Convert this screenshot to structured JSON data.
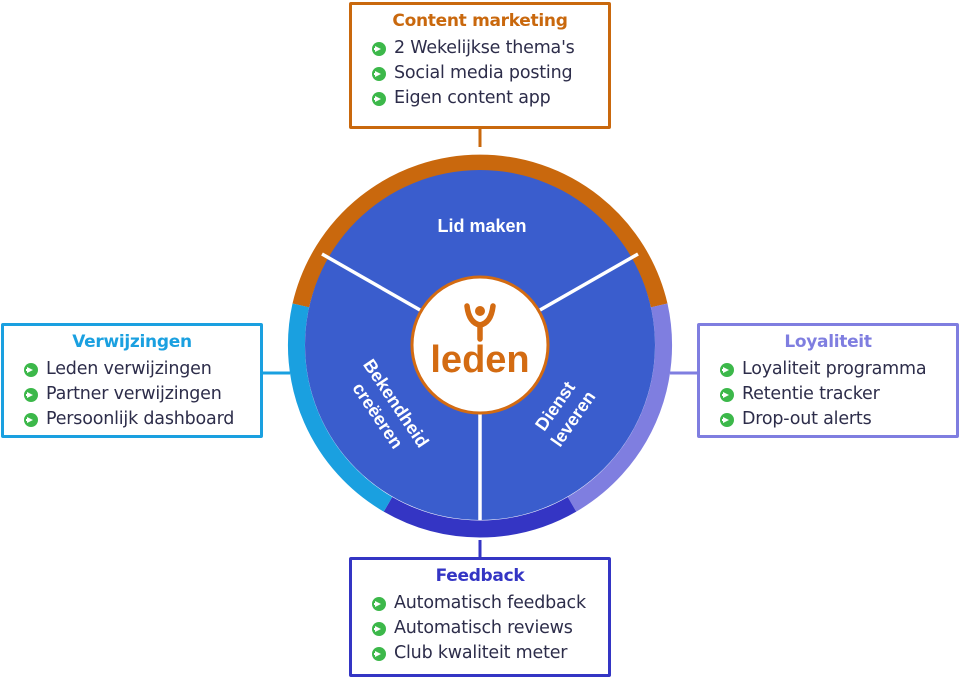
{
  "colors": {
    "orange": "#c9680d",
    "light_blue": "#1aa0e0",
    "violet": "#7f7ee0",
    "indigo": "#3435c4",
    "wheel_blue": "#3a5dcd",
    "bullet_green": "#3cb84a",
    "logo_orange": "#d36b12"
  },
  "center": {
    "logo_text": "leden",
    "logo_icon": "person-y-icon"
  },
  "segments": {
    "top": "Lid maken",
    "left_line1": "Bekendheid",
    "left_line2": "creëeren",
    "right_line1": "Dienst",
    "right_line2": "leveren"
  },
  "boxes": {
    "content_marketing": {
      "title": "Content marketing",
      "items": [
        "2 Wekelijkse thema's",
        "Social media posting",
        "Eigen content app"
      ]
    },
    "verwijzingen": {
      "title": "Verwijzingen",
      "items": [
        "Leden verwijzingen",
        "Partner verwijzingen",
        "Persoonlijk dashboard"
      ]
    },
    "loyaliteit": {
      "title": "Loyaliteit",
      "items": [
        "Loyaliteit programma",
        "Retentie tracker",
        "Drop-out alerts"
      ]
    },
    "feedback": {
      "title": "Feedback",
      "items": [
        "Automatisch feedback",
        "Automatisch reviews",
        "Club kwaliteit meter"
      ]
    }
  }
}
